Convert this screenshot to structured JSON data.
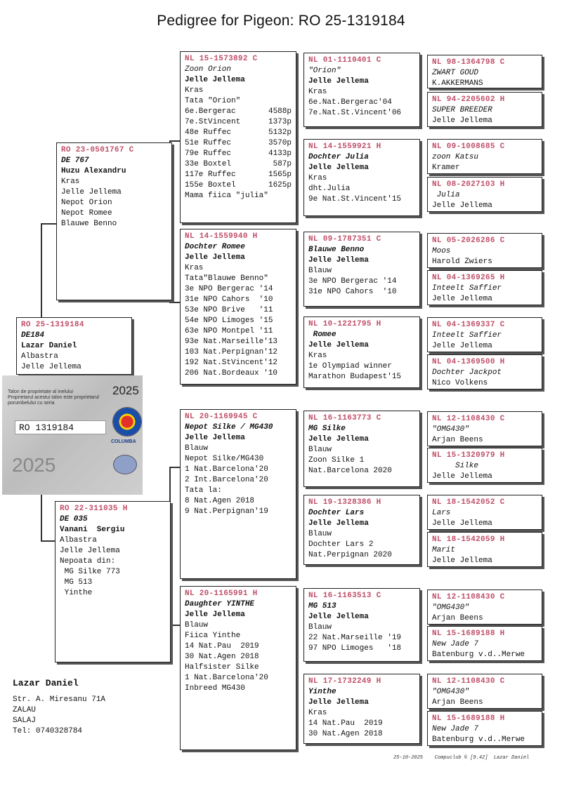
{
  "title": "Pedigree for Pigeon: RO  25-1319184",
  "subject": {
    "ring": "RO  25-1319184",
    "lines": [
      {
        "t": "DE184",
        "s": "bi"
      },
      {
        "t": "Lazar Daniel",
        "s": "b"
      },
      {
        "t": "Albastra",
        "s": ""
      },
      {
        "t": "Jelle Jellema",
        "s": ""
      }
    ]
  },
  "sire": {
    "ring": "RO  23-0501767 C",
    "lines": [
      {
        "t": "DE 767",
        "s": "bi"
      },
      {
        "t": "Huzu Alexandru",
        "s": "b"
      },
      {
        "t": "Kras",
        "s": ""
      },
      {
        "t": "Jelle Jellema",
        "s": ""
      },
      {
        "t": "Nepot Orion",
        "s": ""
      },
      {
        "t": "Nepot Romee",
        "s": ""
      },
      {
        "t": "Blauwe Benno",
        "s": ""
      }
    ]
  },
  "dam": {
    "ring": "RO  22-311035 H",
    "lines": [
      {
        "t": "DE 035",
        "s": "bi"
      },
      {
        "t": "Vanani  Sergiu",
        "s": "b"
      },
      {
        "t": "Albastra",
        "s": ""
      },
      {
        "t": "Jelle Jellema",
        "s": ""
      },
      {
        "t": "Nepoata din:",
        "s": ""
      },
      {
        "t": " MG Silke 773",
        "s": ""
      },
      {
        "t": " MG 513",
        "s": ""
      },
      {
        "t": " Yinthe",
        "s": ""
      }
    ]
  },
  "gen2": [
    {
      "ring": "NL  15-1573892 C",
      "lines": [
        {
          "t": "Zoon Orion",
          "s": "it"
        },
        {
          "t": "Jelle Jellema",
          "s": "b"
        },
        {
          "t": "Kras",
          "s": ""
        },
        {
          "t": "Tata \"Orion\"",
          "s": ""
        }
      ],
      "results": [
        [
          "6e.Bergerac",
          "4588p"
        ],
        [
          "7e.StVincent",
          "1373p"
        ],
        [
          "48e Ruffec",
          "5132p"
        ],
        [
          "51e Ruffec",
          "3570p"
        ],
        [
          "79e Ruffec",
          "4133p"
        ],
        [
          "33e Boxtel",
          "587p"
        ],
        [
          "117e Ruffec",
          "1565p"
        ],
        [
          "155e Boxtel",
          "1625p"
        ]
      ],
      "after": [
        {
          "t": "Mama fiica \"julia\"",
          "s": ""
        }
      ]
    },
    {
      "ring": "NL  14-1559940 H",
      "lines": [
        {
          "t": "Dochter Romee",
          "s": "bi"
        },
        {
          "t": "Jelle Jellema",
          "s": "b"
        },
        {
          "t": "Kras",
          "s": ""
        },
        {
          "t": "Tata\"Blauwe Benno\"",
          "s": ""
        },
        {
          "t": "3e NPO Bergerac '14",
          "s": ""
        },
        {
          "t": "31e NPO Cahors  '10",
          "s": ""
        },
        {
          "t": "53e NPO Brive   '11",
          "s": ""
        },
        {
          "t": "54e NPO Limoges '15",
          "s": ""
        },
        {
          "t": "63e NPO Montpel '11",
          "s": ""
        },
        {
          "t": "93e Nat.Marseille'13",
          "s": ""
        },
        {
          "t": "103 Nat.Perpignan'12",
          "s": ""
        },
        {
          "t": "192 Nat.StVincent'12",
          "s": ""
        },
        {
          "t": "206 Nat.Bordeaux '10",
          "s": ""
        }
      ],
      "results": [],
      "after": []
    },
    {
      "ring": "NL  20-1169945 C",
      "lines": [
        {
          "t": "Nepot Silke / MG430",
          "s": "bi"
        },
        {
          "t": "Jelle Jellema",
          "s": "b"
        },
        {
          "t": "Blauw",
          "s": ""
        },
        {
          "t": "Nepot Silke/MG430",
          "s": ""
        },
        {
          "t": "1 Nat.Barcelona'20",
          "s": ""
        },
        {
          "t": "2 Int.Barcelona'20",
          "s": ""
        },
        {
          "t": "Tata la:",
          "s": ""
        },
        {
          "t": "8 Nat.Agen 2018",
          "s": ""
        },
        {
          "t": "9 Nat.Perpignan'19",
          "s": ""
        }
      ],
      "results": [],
      "after": []
    },
    {
      "ring": "NL  20-1165991 H",
      "lines": [
        {
          "t": "Daughter YINTHE",
          "s": "bi"
        },
        {
          "t": "Jelle Jellema",
          "s": "b"
        },
        {
          "t": "Blauw",
          "s": ""
        },
        {
          "t": "Fiica Yinthe",
          "s": ""
        },
        {
          "t": "14 Nat.Pau  2019",
          "s": ""
        },
        {
          "t": "30 Nat.Agen 2018",
          "s": ""
        },
        {
          "t": "Halfsister Silke",
          "s": ""
        },
        {
          "t": "1 Nat.Barcelona'20",
          "s": ""
        },
        {
          "t": "Inbreed MG430",
          "s": ""
        }
      ],
      "results": [],
      "after": []
    }
  ],
  "gen3": [
    {
      "ring": "NL  01-1110401 C",
      "lines": [
        {
          "t": "\"Orion\"",
          "s": "it"
        },
        {
          "t": "Jelle Jellema",
          "s": "b"
        },
        {
          "t": "Kras",
          "s": ""
        },
        {
          "t": "6e.Nat.Bergerac'04",
          "s": ""
        },
        {
          "t": "7e.Nat.St.Vincent'06",
          "s": ""
        }
      ]
    },
    {
      "ring": "NL  14-1559921 H",
      "lines": [
        {
          "t": "Dochter Julia",
          "s": "bi"
        },
        {
          "t": "Jelle Jellema",
          "s": "b"
        },
        {
          "t": "Kras",
          "s": ""
        },
        {
          "t": "dht.Julia",
          "s": ""
        },
        {
          "t": "9e Nat.St.Vincent'15",
          "s": ""
        }
      ]
    },
    {
      "ring": "NL  09-1787351 C",
      "lines": [
        {
          "t": "Blauwe Benno",
          "s": "bi"
        },
        {
          "t": "Jelle Jellema",
          "s": "b"
        },
        {
          "t": "Blauw",
          "s": ""
        },
        {
          "t": "3e NPO Bergerac '14",
          "s": ""
        },
        {
          "t": "31e NPO Cahors  '10",
          "s": ""
        }
      ]
    },
    {
      "ring": "NL  10-1221795 H",
      "lines": [
        {
          "t": " Romee",
          "s": "bi"
        },
        {
          "t": "Jelle Jellema",
          "s": "b"
        },
        {
          "t": "Kras",
          "s": ""
        },
        {
          "t": "1e Olympiad winner",
          "s": ""
        },
        {
          "t": "Marathon Budapest'15",
          "s": ""
        }
      ]
    },
    {
      "ring": "NL  16-1163773 C",
      "lines": [
        {
          "t": "MG Silke",
          "s": "bi"
        },
        {
          "t": "Jelle Jellema",
          "s": "b"
        },
        {
          "t": "Blauw",
          "s": ""
        },
        {
          "t": "Zoon Silke 1",
          "s": ""
        },
        {
          "t": "Nat.Barcelona 2020",
          "s": ""
        }
      ]
    },
    {
      "ring": "NL  19-1328386 H",
      "lines": [
        {
          "t": "Dochter Lars",
          "s": "bi"
        },
        {
          "t": "Jelle Jellema",
          "s": "b"
        },
        {
          "t": "Blauw",
          "s": ""
        },
        {
          "t": "Dochter Lars 2",
          "s": ""
        },
        {
          "t": "Nat.Perpignan 2020",
          "s": ""
        }
      ]
    },
    {
      "ring": "NL  16-1163513 C",
      "lines": [
        {
          "t": "MG 513",
          "s": "bi"
        },
        {
          "t": "Jelle Jellema",
          "s": "b"
        },
        {
          "t": "Blauw",
          "s": ""
        },
        {
          "t": "22 Nat.Marseille '19",
          "s": ""
        },
        {
          "t": "97 NPO Limoges   '18",
          "s": ""
        }
      ]
    },
    {
      "ring": "NL  17-1732249 H",
      "lines": [
        {
          "t": "Yinthe",
          "s": "bi"
        },
        {
          "t": "Jelle Jellema",
          "s": "b"
        },
        {
          "t": "Kras",
          "s": ""
        },
        {
          "t": "14 Nat.Pau  2019",
          "s": ""
        },
        {
          "t": "30 Nat.Agen 2018",
          "s": ""
        }
      ]
    }
  ],
  "gen4": [
    {
      "ring": "NL  98-1364798 C",
      "lines": [
        {
          "t": "ZWART GOUD",
          "s": "it"
        },
        {
          "t": "K.AKKERMANS",
          "s": ""
        }
      ]
    },
    {
      "ring": "NL  94-2205602 H",
      "lines": [
        {
          "t": "SUPER BREEDER",
          "s": "it"
        },
        {
          "t": "Jelle Jellema",
          "s": ""
        }
      ]
    },
    {
      "ring": "NL  09-1008685 C",
      "lines": [
        {
          "t": "zoon Katsu",
          "s": "it"
        },
        {
          "t": "Kramer",
          "s": ""
        }
      ]
    },
    {
      "ring": "NL  08-2027103 H",
      "lines": [
        {
          "t": " Julia",
          "s": "it"
        },
        {
          "t": "Jelle Jellema",
          "s": ""
        }
      ]
    },
    {
      "ring": "NL  05-2026286 C",
      "lines": [
        {
          "t": "Moos",
          "s": "it"
        },
        {
          "t": "Harold Zwiers",
          "s": ""
        }
      ]
    },
    {
      "ring": "NL  04-1369265 H",
      "lines": [
        {
          "t": "Inteelt Saffier",
          "s": "it"
        },
        {
          "t": "Jelle Jellema",
          "s": ""
        }
      ]
    },
    {
      "ring": "NL  04-1369337 C",
      "lines": [
        {
          "t": "Inteelt Saffier",
          "s": "it"
        },
        {
          "t": "Jelle Jellema",
          "s": ""
        }
      ]
    },
    {
      "ring": "NL  04-1369500 H",
      "lines": [
        {
          "t": "Dochter Jackpot",
          "s": "it"
        },
        {
          "t": "Nico Volkens",
          "s": ""
        }
      ]
    },
    {
      "ring": "NL  12-1108430 C",
      "lines": [
        {
          "t": "\"OMG430\"",
          "s": "it"
        },
        {
          "t": "Arjan Beens",
          "s": ""
        }
      ]
    },
    {
      "ring": "NL  15-1320979 H",
      "lines": [
        {
          "t": "     Silke",
          "s": "it"
        },
        {
          "t": "Jelle Jellema",
          "s": ""
        }
      ]
    },
    {
      "ring": "NL  18-1542052 C",
      "lines": [
        {
          "t": "Lars",
          "s": "it"
        },
        {
          "t": "Jelle Jellema",
          "s": ""
        }
      ]
    },
    {
      "ring": "NL  18-1542059 H",
      "lines": [
        {
          "t": "Marit",
          "s": "it"
        },
        {
          "t": "Jelle Jellema",
          "s": ""
        }
      ]
    },
    {
      "ring": "NL  12-1108430 C",
      "lines": [
        {
          "t": "\"OMG430\"",
          "s": "it"
        },
        {
          "t": "Arjan Beens",
          "s": ""
        }
      ]
    },
    {
      "ring": "NL  15-1689188 H",
      "lines": [
        {
          "t": "New Jade 7",
          "s": "it"
        },
        {
          "t": "Batenburg v.d..Merwe",
          "s": ""
        }
      ]
    },
    {
      "ring": "NL  12-1108430 C",
      "lines": [
        {
          "t": "\"OMG430\"",
          "s": "it"
        },
        {
          "t": "Arjan Beens",
          "s": ""
        }
      ]
    },
    {
      "ring": "NL  15-1689188 H",
      "lines": [
        {
          "t": "New Jade 7",
          "s": "it"
        },
        {
          "t": "Batenburg v.d..Merwe",
          "s": ""
        }
      ]
    }
  ],
  "talon": {
    "heading_1": "Talon de proprietate al inelului",
    "heading_2": "Proprietarul acestui talon este proprietarul porumbelului cu seria",
    "year": "2025",
    "ring": "RO 1319184",
    "org": "COLUMBA"
  },
  "owner": {
    "name": "Lazar Daniel",
    "address": [
      "Str. A. Miresanu 71A",
      "ZALAU",
      "SALAJ",
      "Tel: 0740328784"
    ]
  },
  "footer": "25-10-2025    Compuclub © [9.42]  Lazar Daniel"
}
